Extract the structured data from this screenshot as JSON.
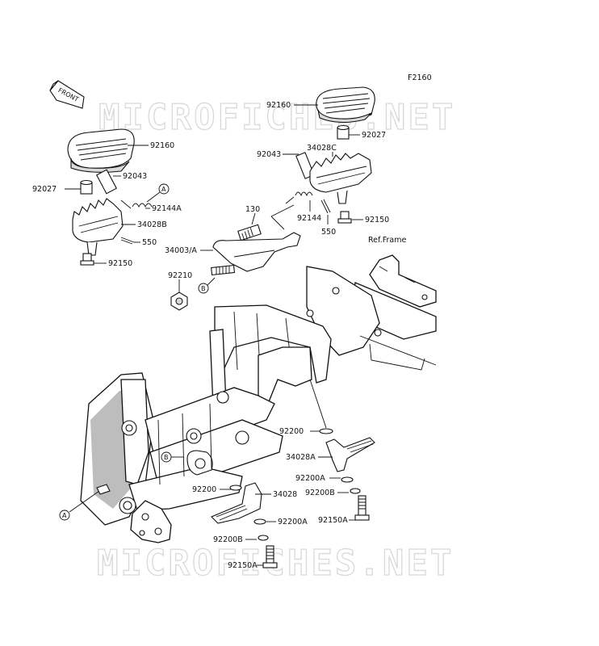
{
  "figure_code": "F2160",
  "front_label": "FRONT",
  "ref_frame_label": "Ref.Frame",
  "watermarks": [
    "MICROFICHES.NET",
    "MICROFICHES.NET"
  ],
  "callouts": {
    "a": "A",
    "b": "B"
  },
  "labels": {
    "l92160_top": "92160",
    "l92027_top": "92027",
    "l92043_top": "92043",
    "l34028c": "34028C",
    "l92144": "92144",
    "l92150_top": "92150",
    "l550_top": "550",
    "l130": "130",
    "l34003a": "34003/A",
    "l92210": "92210",
    "l92160_left": "92160",
    "l92043_left": "92043",
    "l92027_left": "92027",
    "l92144a": "92144A",
    "l34028b": "34028B",
    "l550_left": "550",
    "l92150_left": "92150",
    "l92200_r": "92200",
    "l34028a": "34028A",
    "l92200a_r": "92200A",
    "l92200b_r": "92200B",
    "l92150a_r": "92150A",
    "l92200_l": "92200",
    "l34028": "34028",
    "l92200a_l": "92200A",
    "l92200b_l": "92200B",
    "l92150a_l": "92150A"
  },
  "colors": {
    "ink": "#111111",
    "watermark": "#d9d9d9",
    "background": "#ffffff"
  }
}
